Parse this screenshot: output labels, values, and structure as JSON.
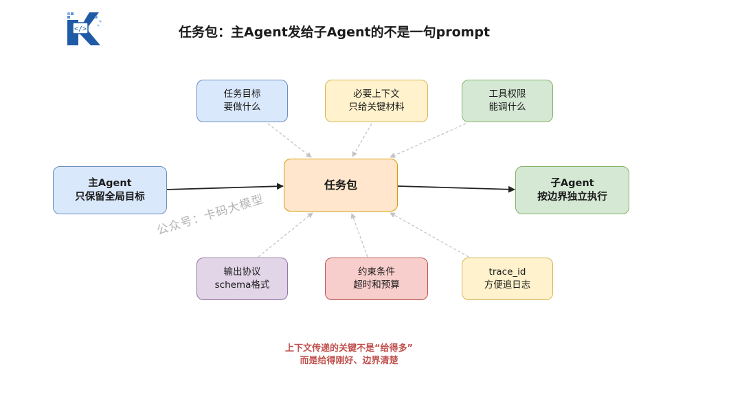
{
  "title": "任务包：主Agent发给子Agent的不是一句prompt",
  "logo": {
    "icon": "code-brackets-icon",
    "letter": "K"
  },
  "nodes": {
    "main_agent": {
      "line1": "主Agent",
      "line2": "只保留全局目标"
    },
    "task_package": {
      "line1": "任务包"
    },
    "sub_agent": {
      "line1": "子Agent",
      "line2": "按边界独立执行"
    },
    "task_goal": {
      "line1": "任务目标",
      "line2": "要做什么"
    },
    "context": {
      "line1": "必要上下文",
      "line2": "只给关键材料"
    },
    "tool_permissions": {
      "line1": "工具权限",
      "line2": "能调什么"
    },
    "output_protocol": {
      "line1": "输出协议",
      "line2": "schema格式"
    },
    "constraints": {
      "line1": "约束条件",
      "line2": "超时和预算"
    },
    "trace": {
      "line1": "trace_id",
      "line2": "方便追日志"
    }
  },
  "watermark": "公众号：卡码大模型",
  "note": {
    "line1": "上下文传递的关键不是“给得多”",
    "line2": "而是给得刚好、边界清楚"
  },
  "colors": {
    "blue_fill": "#dae8fc",
    "yellow_fill": "#fff2cc",
    "green_fill": "#d5e8d4",
    "orange_fill": "#ffe6cc",
    "purple_fill": "#e1d5e7",
    "red_fill": "#f8cecc",
    "note_text": "#c0504d",
    "logo_blue": "#1f5aa6"
  }
}
